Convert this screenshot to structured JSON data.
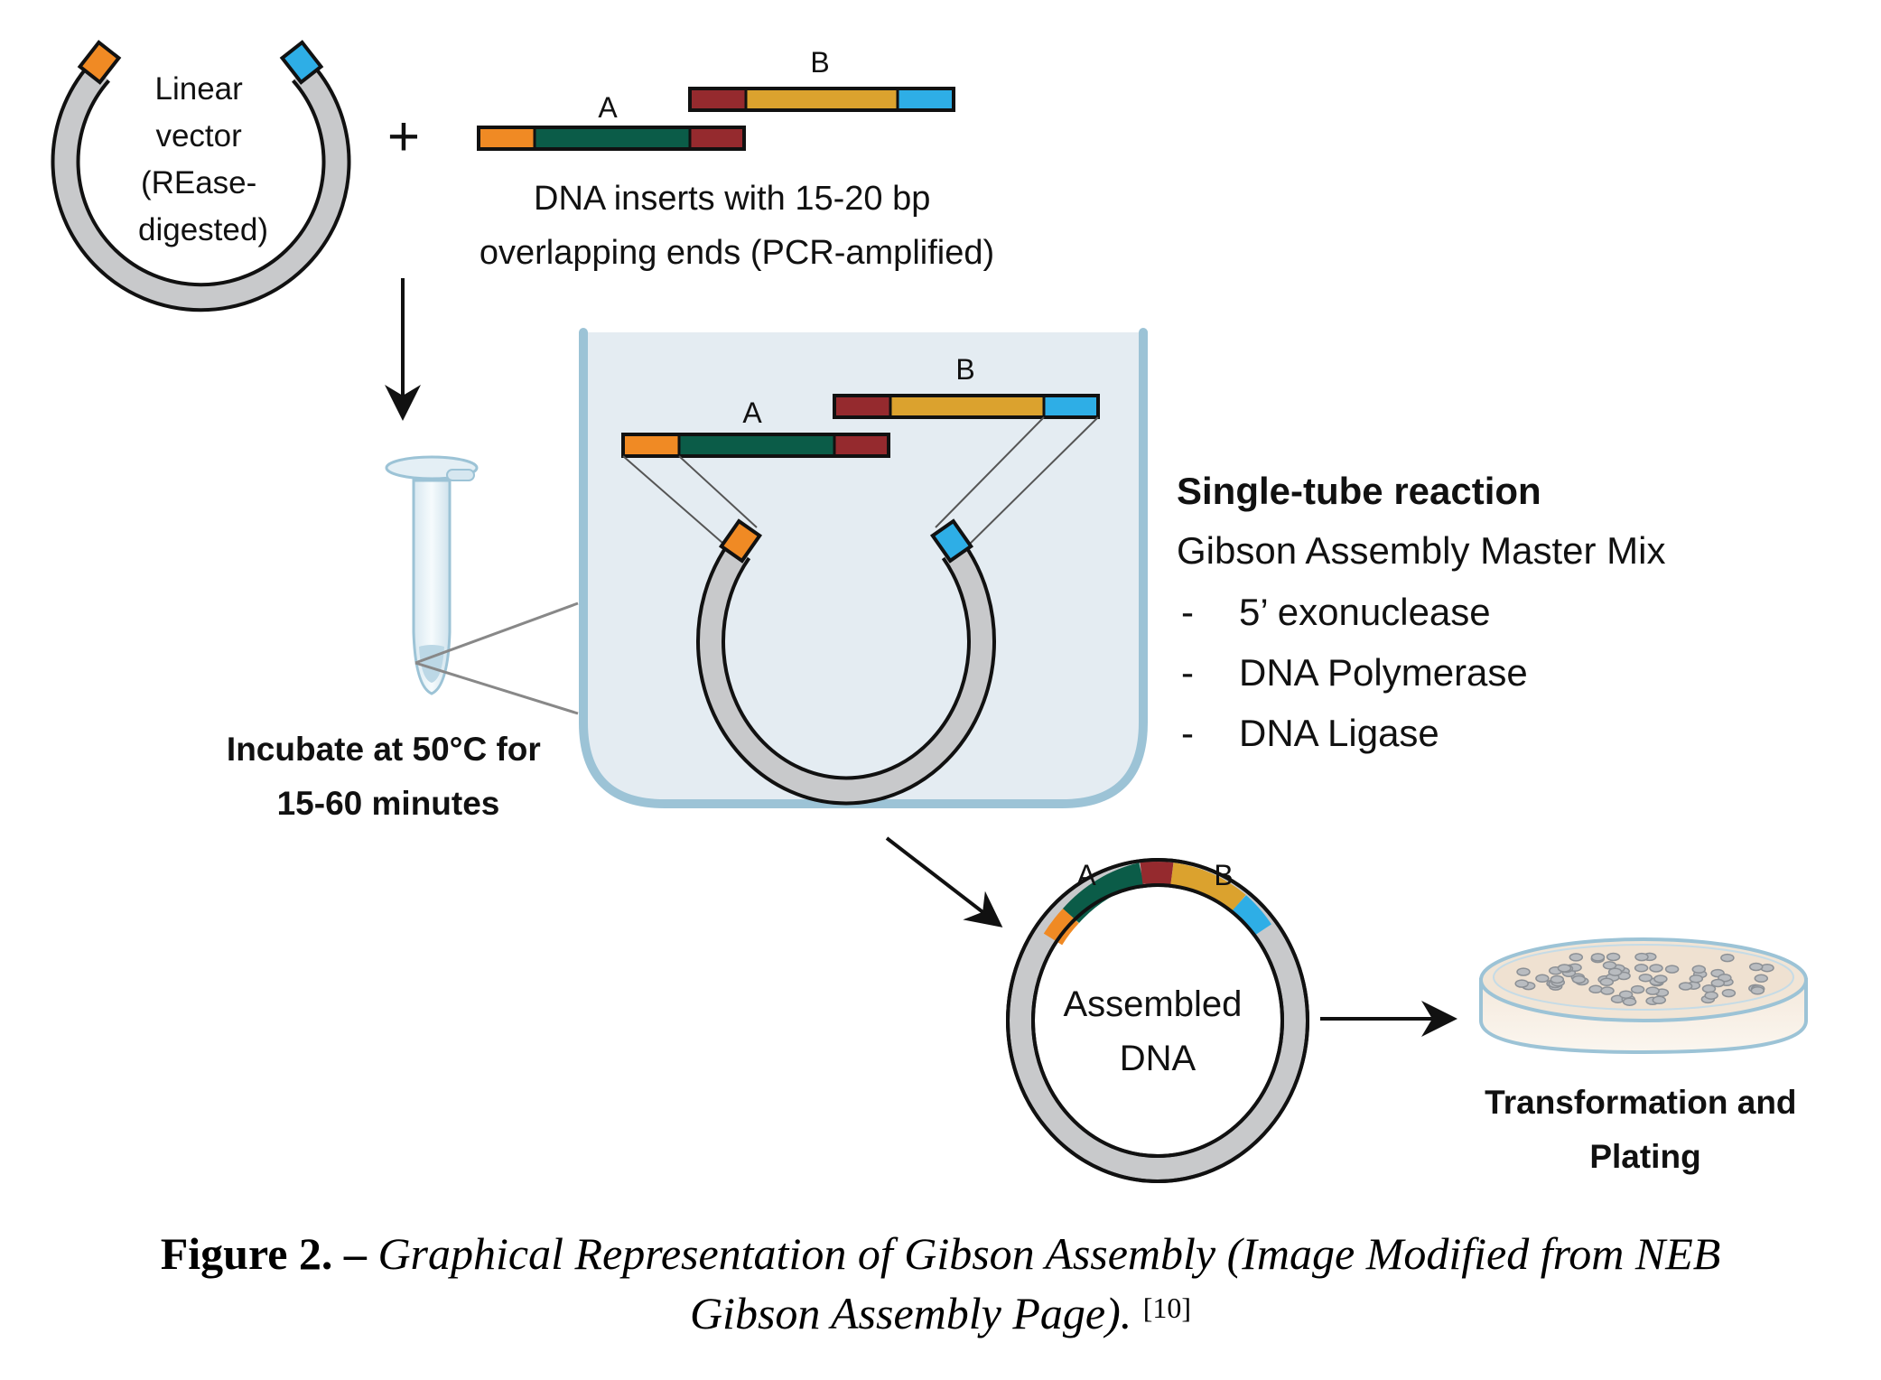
{
  "figure": {
    "step1": {
      "vector_label_lines": [
        "Linear",
        "vector",
        "(REase-",
        "digested)"
      ],
      "plus_sign": "+",
      "insert_a_label": "A",
      "insert_b_label": "B",
      "inserts_caption_lines": [
        "DNA inserts with 15-20 bp",
        "overlapping ends (PCR-amplified)"
      ]
    },
    "step2": {
      "incubate_lines": [
        "Incubate at 50°C for",
        "15-60 minutes"
      ],
      "tube_insert_a_label": "A",
      "tube_insert_b_label": "B",
      "reaction_title": "Single-tube reaction",
      "master_mix": "Gibson Assembly Master Mix",
      "components": [
        {
          "bullet": "-",
          "name": "5’ exonuclease"
        },
        {
          "bullet": "-",
          "name": "DNA Polymerase"
        },
        {
          "bullet": "-",
          "name": "DNA Ligase"
        }
      ]
    },
    "step3": {
      "assembled_label_lines": [
        "Assembled",
        "DNA"
      ],
      "segment_a_label": "A",
      "segment_b_label": "B",
      "plating_lines": [
        "Transformation and",
        "Plating"
      ]
    },
    "colors": {
      "overlap_left": "#F08A24",
      "insert_a_body": "#0B5C48",
      "overlap_middle": "#952A2E",
      "insert_b_body": "#DBA22E",
      "overlap_right": "#2EAEE6",
      "vector_backbone": "#C8C9CB",
      "tube_liquid": "#E4ECF2",
      "tube_wall": "#9CC3D6"
    }
  },
  "caption": {
    "label": "Figure 2. –",
    "text_line1": "Graphical Representation of Gibson Assembly (Image Modified from NEB",
    "text_line2": "Gibson Assembly Page).",
    "reference": "[10]"
  }
}
